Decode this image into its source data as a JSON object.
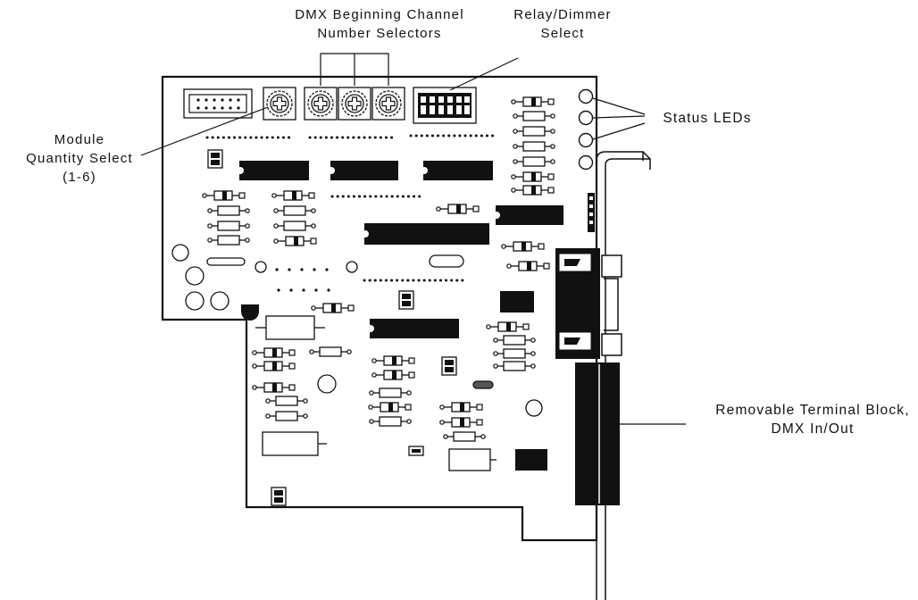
{
  "labels": {
    "dmx_selectors": [
      "DMX Beginning Channel",
      "Number Selectors"
    ],
    "relay_dimmer": [
      "Relay/Dimmer",
      "Select"
    ],
    "module_quantity": [
      "Module",
      "Quantity Select",
      "(1-6)"
    ],
    "status_leds": [
      "Status LEDs"
    ],
    "terminal_block": [
      "Removable Terminal Block,",
      "DMX In/Out"
    ]
  }
}
